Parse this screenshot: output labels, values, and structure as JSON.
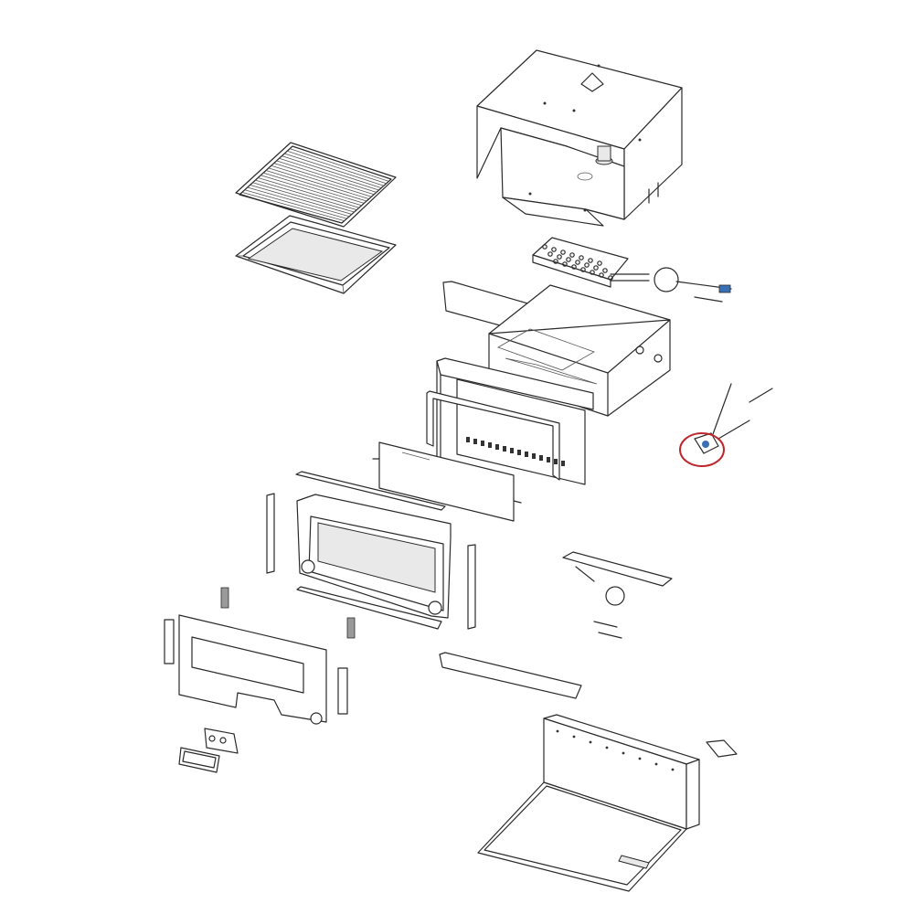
{
  "diagram": {
    "type": "exploded-parts-view",
    "highlight_color": "#c0272d",
    "accent_color": "#3a6fb5",
    "parts": [
      {
        "id": "outer-cabinet",
        "icon": "cabinet-top-cover"
      },
      {
        "id": "oven-rack",
        "icon": "wire-rack"
      },
      {
        "id": "baking-tray",
        "icon": "tray"
      },
      {
        "id": "burner",
        "icon": "gas-burner"
      },
      {
        "id": "oven-cavity",
        "icon": "inner-cavity"
      },
      {
        "id": "door-glass",
        "icon": "glass-pane"
      },
      {
        "id": "door-frame",
        "icon": "door-frame"
      },
      {
        "id": "control-panel",
        "icon": "front-fascia"
      },
      {
        "id": "base-chassis",
        "icon": "bottom-chassis"
      },
      {
        "id": "gas-valve",
        "icon": "valve",
        "highlighted": true
      }
    ]
  }
}
